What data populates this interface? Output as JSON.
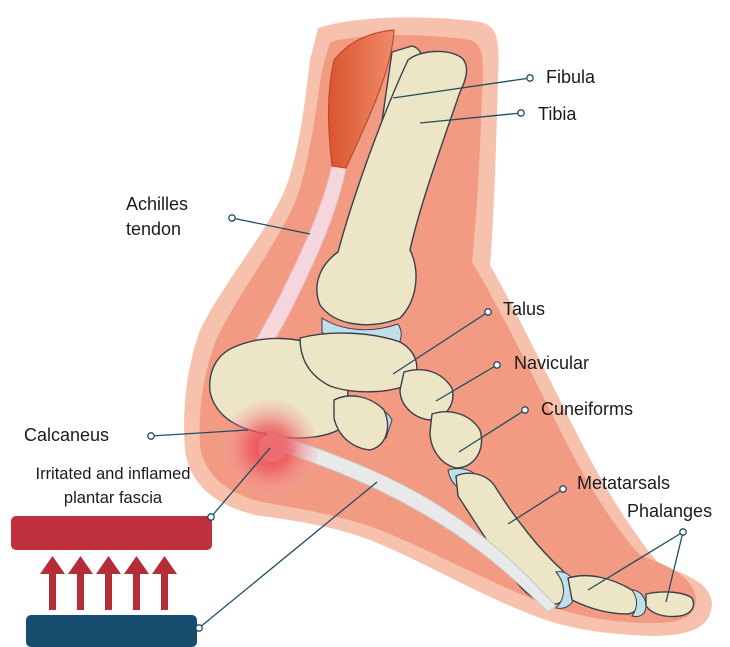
{
  "labels": {
    "fibula": "Fibula",
    "tibia": "Tibia",
    "achilles_line1": "Achilles",
    "achilles_line2": "tendon",
    "talus": "Talus",
    "navicular": "Navicular",
    "cuneiforms": "Cuneiforms",
    "calcaneus": "Calcaneus",
    "metatarsals": "Metatarsals",
    "phalanges": "Phalanges",
    "fascia_line1": "Irritated and inflamed",
    "fascia_line2": "plantar fascia"
  },
  "colors": {
    "skin_outer": "#f7c2ad",
    "skin_inner": "#f29a82",
    "bone_fill": "#ede6c6",
    "bone_stroke": "#3a3f4c",
    "cartilage": "#bfe0ea",
    "tendon": "#f5d6dc",
    "muscle": "#e2673f",
    "fascia_band": "#e9e9e9",
    "inflamed": "#e8424a",
    "red_bar": "#c0303c",
    "arrow": "#b52d38",
    "navy_bar": "#164d6e",
    "leader": "#1f4e63"
  },
  "icons": {
    "pressure_arrows": "arrow-up-icon"
  }
}
